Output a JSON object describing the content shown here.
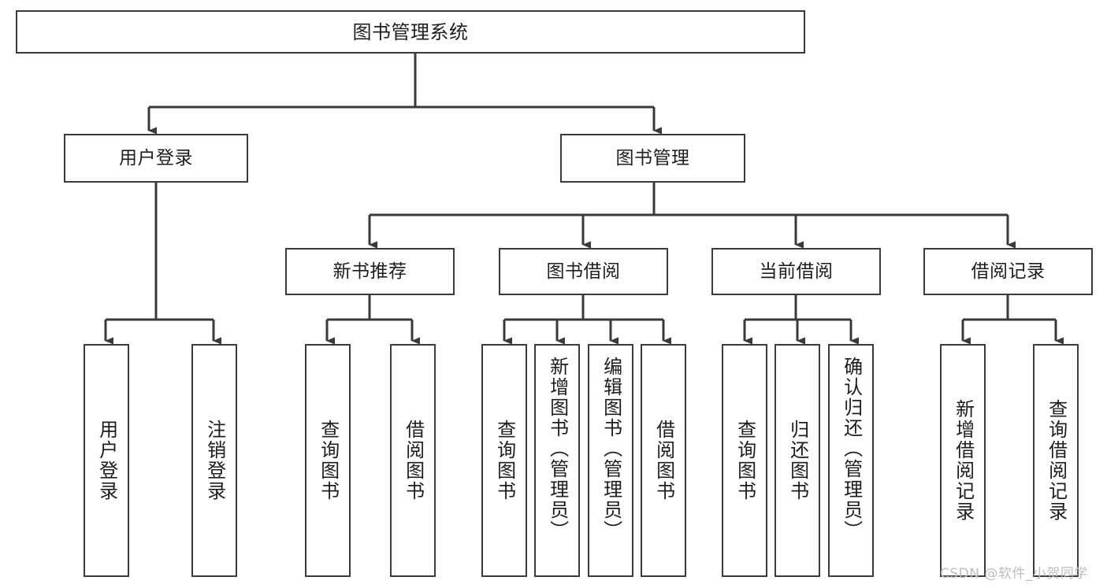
{
  "diagram": {
    "type": "tree",
    "title": "图书管理系统",
    "orientation": "top-down",
    "colors": {
      "box_border": "#3a3a3a",
      "box_fill": "#ffffff",
      "connector": "#3a3a3a",
      "text": "#1d1d1d",
      "watermark": "#bdbdbd",
      "background": "#ffffff"
    },
    "root": {
      "id": "root",
      "label": "图书管理系统",
      "level": 0
    },
    "level2": [
      {
        "id": "user-login",
        "label": "用户登录",
        "level": 1
      },
      {
        "id": "book-management",
        "label": "图书管理",
        "level": 1
      }
    ],
    "level3": [
      {
        "id": "new-book-recommend",
        "label": "新书推荐",
        "level": 2,
        "parent": "book-management"
      },
      {
        "id": "book-borrow",
        "label": "图书借阅",
        "level": 2,
        "parent": "book-management"
      },
      {
        "id": "current-borrow",
        "label": "当前借阅",
        "level": 2,
        "parent": "book-management"
      },
      {
        "id": "borrow-record",
        "label": "借阅记录",
        "level": 2,
        "parent": "book-management"
      }
    ],
    "leaves": [
      {
        "id": "leaf-user-login",
        "label": "用户登录",
        "parent": "user-login"
      },
      {
        "id": "leaf-user-logout",
        "label": "注销登录",
        "parent": "user-login"
      },
      {
        "id": "leaf-query-book-1",
        "label": "查询图书",
        "parent": "new-book-recommend"
      },
      {
        "id": "leaf-borrow-book-1",
        "label": "借阅图书",
        "parent": "new-book-recommend"
      },
      {
        "id": "leaf-query-book-2",
        "label": "查询图书",
        "parent": "book-borrow"
      },
      {
        "id": "leaf-add-book",
        "label": "新增图书（管理员）",
        "parent": "book-borrow"
      },
      {
        "id": "leaf-edit-book",
        "label": "编辑图书（管理员）",
        "parent": "book-borrow"
      },
      {
        "id": "leaf-borrow-book-2",
        "label": "借阅图书",
        "parent": "book-borrow"
      },
      {
        "id": "leaf-query-book-3",
        "label": "查询图书",
        "parent": "current-borrow"
      },
      {
        "id": "leaf-return-book",
        "label": "归还图书",
        "parent": "current-borrow"
      },
      {
        "id": "leaf-confirm-return",
        "label": "确认归还（管理员）",
        "parent": "current-borrow"
      },
      {
        "id": "leaf-add-record",
        "label": "新增借阅记录",
        "parent": "borrow-record"
      },
      {
        "id": "leaf-query-record",
        "label": "查询借阅记录",
        "parent": "borrow-record"
      }
    ]
  },
  "watermark": {
    "text": "CSDN @软件_小贺同学"
  }
}
